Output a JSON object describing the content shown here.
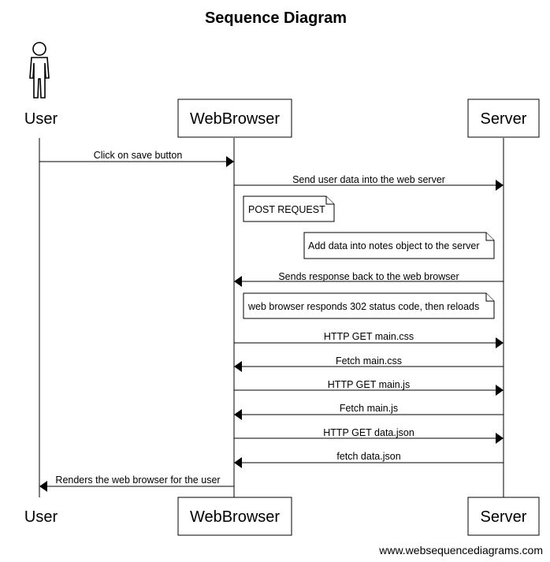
{
  "title": "Sequence Diagram",
  "participants": {
    "user": "User",
    "webbrowser": "WebBrowser",
    "server": "Server"
  },
  "messages": [
    {
      "from": "user",
      "to": "webbrowser",
      "label": "Click on save button"
    },
    {
      "from": "webbrowser",
      "to": "server",
      "label": "Send user data into the web server"
    },
    {
      "from": "server",
      "to": "webbrowser",
      "label": "Sends response back to the web browser"
    },
    {
      "from": "webbrowser",
      "to": "server",
      "label": "HTTP GET main.css"
    },
    {
      "from": "server",
      "to": "webbrowser",
      "label": "Fetch main.css"
    },
    {
      "from": "webbrowser",
      "to": "server",
      "label": "HTTP GET main.js"
    },
    {
      "from": "server",
      "to": "webbrowser",
      "label": "Fetch main.js"
    },
    {
      "from": "webbrowser",
      "to": "server",
      "label": "HTTP GET data.json"
    },
    {
      "from": "server",
      "to": "webbrowser",
      "label": "fetch data.json"
    },
    {
      "from": "webbrowser",
      "to": "user",
      "label": "Renders the web browser for the user"
    }
  ],
  "notes": [
    "POST REQUEST",
    "Add data into notes object to the server",
    "web browser responds 302 status code, then reloads"
  ],
  "watermark": "www.websequencediagrams.com"
}
